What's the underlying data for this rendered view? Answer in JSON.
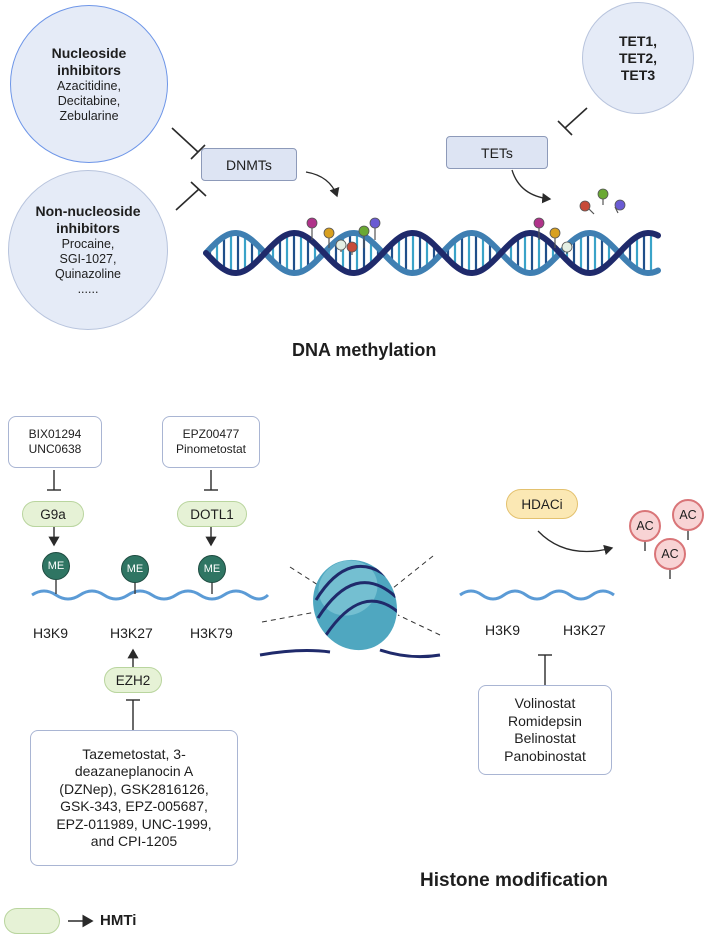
{
  "dna_methylation": {
    "heading": "DNA methylation",
    "nucleoside_inhibitors": {
      "title_line1": "Nucleoside",
      "title_line2": "inhibitors",
      "drugs": [
        "Azacitidine,",
        "Decitabine,",
        "Zebularine"
      ]
    },
    "non_nucleoside_inhibitors": {
      "title_line1": "Non-nucleoside",
      "title_line2": "inhibitors",
      "drugs": [
        "Procaine,",
        "SGI-1027,",
        "Quinazoline",
        "......"
      ]
    },
    "tet_circle": [
      "TET1,",
      "TET2,",
      "TET3"
    ],
    "dnmts_label": "DNMTs",
    "tets_label": "TETs"
  },
  "histone_modification": {
    "heading": "Histone modification",
    "g9a_inhibitors": [
      "BIX01294",
      "UNC0638"
    ],
    "dotl1_inhibitors": [
      "EPZ00477",
      "Pinometostat"
    ],
    "g9a_label": "G9a",
    "dotl1_label": "DOTL1",
    "ezh2_label": "EZH2",
    "me_label": "ME",
    "marks_left": [
      "H3K9",
      "H3K27",
      "H3K79"
    ],
    "ezh2_inhibitors": [
      "Tazemetostat, 3-",
      "deazaneplanocin A",
      "(DZNep), GSK2816126,",
      "GSK-343, EPZ-005687,",
      "EPZ-011989, UNC-1999,",
      "and CPI-1205"
    ],
    "hdaci_label": "HDACi",
    "ac_label": "AC",
    "marks_right": [
      "H3K9",
      "H3K27"
    ],
    "hdac_inhibitors": [
      "Volinostat",
      "Romidepsin",
      "Belinostat",
      "Panobinostat"
    ]
  },
  "legend": {
    "text": "HMTi"
  },
  "colors": {
    "dna_strand_dark": "#1f2a6b",
    "dna_strand_blue": "#3f7fb2",
    "histone_blue": "#5b9bd6",
    "nucleosome": "#4fa7c0",
    "me_green": "#2f7563",
    "ac_pink": "#f8d3d4",
    "hmti_green": "#e6f2d6",
    "hdaci_yellow": "#fbe8b4"
  }
}
